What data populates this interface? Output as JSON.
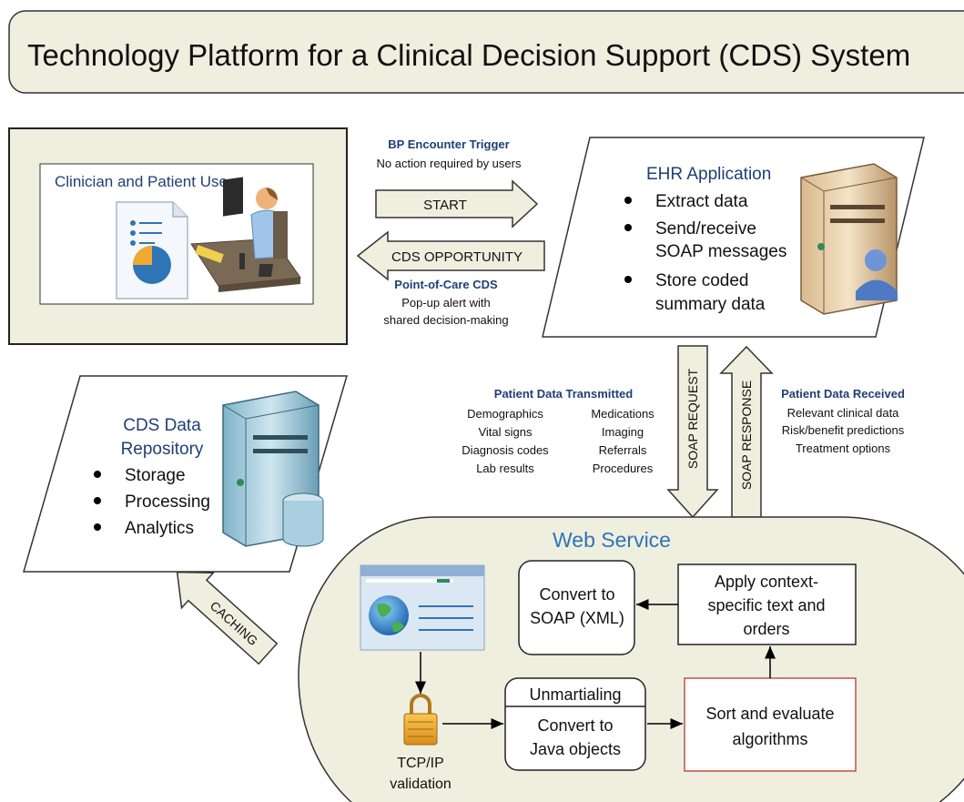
{
  "title": "Technology Platform for a  Clinical Decision Support (CDS) System",
  "clinician": {
    "label": "Clinician and Patient Use"
  },
  "trigger": {
    "heading": "BP Encounter Trigger",
    "sub": "No action required by users"
  },
  "start_arrow": "START",
  "cds_arrow": "CDS OPPORTUNITY",
  "point_of_care": {
    "heading": "Point-of-Care CDS",
    "line1": "Pop-up alert with",
    "line2": "shared decision-making"
  },
  "ehr": {
    "title": "EHR Application",
    "b1": "Extract data",
    "b2a": "Send/receive",
    "b2b": "SOAP messages",
    "b3a": "Store coded",
    "b3b": "summary data"
  },
  "repo": {
    "title1": "CDS Data",
    "title2": "Repository",
    "b1": "Storage",
    "b2": "Processing",
    "b3": "Analytics"
  },
  "transmitted": {
    "heading": "Patient Data Transmitted",
    "col1": [
      "Demographics",
      "Vital signs",
      "Diagnosis codes",
      "Lab results"
    ],
    "col2": [
      "Medications",
      "Imaging",
      "Referrals",
      "Procedures"
    ]
  },
  "soap_request": "SOAP REQUEST",
  "soap_response": "SOAP RESPONSE",
  "received": {
    "heading": "Patient Data Received",
    "lines": [
      "Relevant clinical data",
      "Risk/benefit predictions",
      "Treatment options"
    ]
  },
  "web_service": {
    "title": "Web Service",
    "convert_soap1": "Convert to",
    "convert_soap2": "SOAP (XML)",
    "apply1": "Apply context-",
    "apply2": "specific text and",
    "apply3": "orders",
    "unmarshal": "Unmartialing",
    "java1": "Convert to",
    "java2": "Java objects",
    "sort1": "Sort and evaluate",
    "sort2": "algorithms",
    "tcp1": "TCP/IP",
    "tcp2": "validation"
  },
  "caching": "CACHING",
  "colors": {
    "panel_fill": "#efefdf",
    "navy_text": "#1f3f77",
    "blue_title": "#2e75b6",
    "red_border": "#c0504d"
  }
}
